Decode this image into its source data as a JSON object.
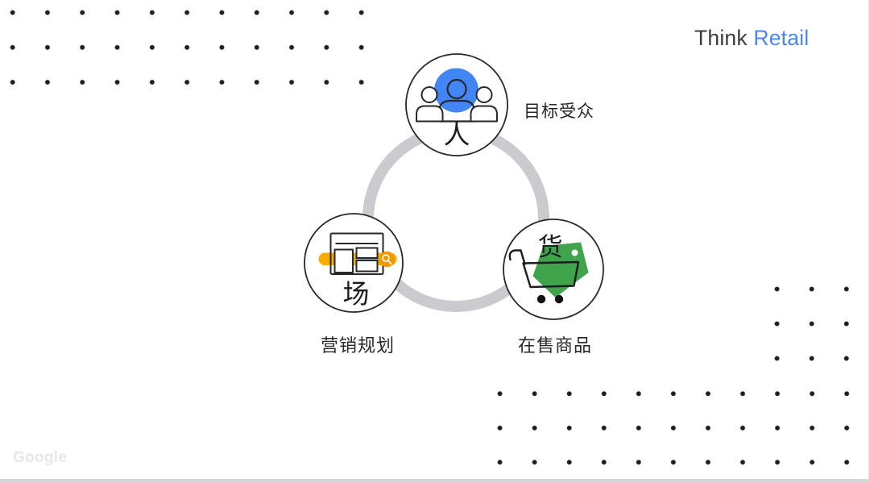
{
  "header": {
    "brand_primary": "Think",
    "brand_accent": "Retail"
  },
  "footer": {
    "logo": "Google"
  },
  "diagram": {
    "title_concept": "people-goods-market cycle",
    "ring_color": "#c9cbcf",
    "nodes": {
      "audience": {
        "char": "人",
        "label": "目标受众",
        "accent": "#4285f4"
      },
      "market": {
        "char": "场",
        "label": "营销规划",
        "accent": "#f9ab00",
        "accent_dark": "#f29900"
      },
      "goods": {
        "char": "货",
        "label": "在售商品",
        "accent": "#3fa44b"
      }
    }
  },
  "colors": {
    "brand_primary_text": "#3b3e43",
    "brand_accent_text": "#4d87ee",
    "outline": "#26282a",
    "dot": "#1e1f21",
    "google_logo": "#e5e7ea",
    "edge": "#d9d9d9"
  }
}
